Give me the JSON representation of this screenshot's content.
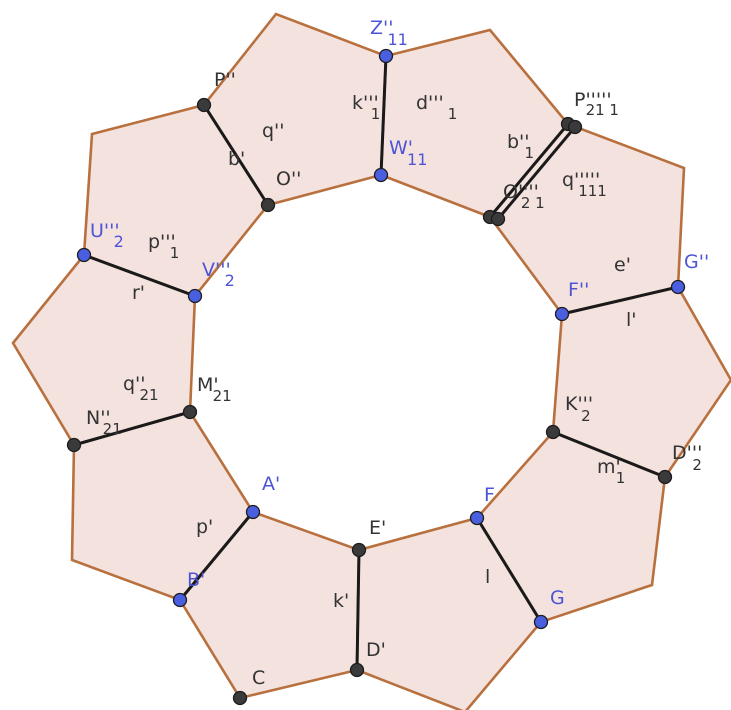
{
  "colors": {
    "polygon_fill": "#f4e2df",
    "polygon_edge": "#b8703e",
    "segment": "#1a1a1a",
    "point_blue": "#4a5fe0",
    "point_dark": "#3a3a3a",
    "label_blue": "#4d55d6",
    "label_dark": "#333333"
  },
  "point_labels": {
    "A1": "A'",
    "B1": "B'",
    "C": "C",
    "D1": "D'",
    "E1": "E'",
    "F": "F",
    "G": "G",
    "F2": "F''",
    "G2": "G''",
    "K3": "K'''",
    "K3_sub": "2",
    "D3": "D'''",
    "D3_sub": "2",
    "M1": "M'",
    "M1_sub": "21",
    "N2": "N''",
    "N2_sub": "21",
    "U3": "U'''",
    "U3_sub": "2",
    "V3": "V'''",
    "V3_sub": "2",
    "P2": "P''",
    "O2": "O''",
    "Z2": "Z''",
    "Z2_sub": "11",
    "W1": "W'",
    "W1_sub": "11",
    "P5": "P'''''",
    "P5_sub": "21 1",
    "O4": "O''''",
    "O4_sub": "2 1"
  },
  "segment_labels": {
    "k1": "k'",
    "l": "l",
    "p1": "p'",
    "m1": "m'",
    "m1_sub": "1",
    "l1": "l'",
    "e1": "e'",
    "r1": "r'",
    "q2": "q''",
    "q2_sub": "21",
    "p3": "p'''",
    "p3_sub": "1",
    "b1": "b'",
    "q2b": "q''",
    "k3": "k'''",
    "k3_sub": "1",
    "d3": "d'''",
    "d3_sub": "1",
    "b2": "b''",
    "b2_sub": "1",
    "q5": "q'''''",
    "q5_sub": "111"
  }
}
